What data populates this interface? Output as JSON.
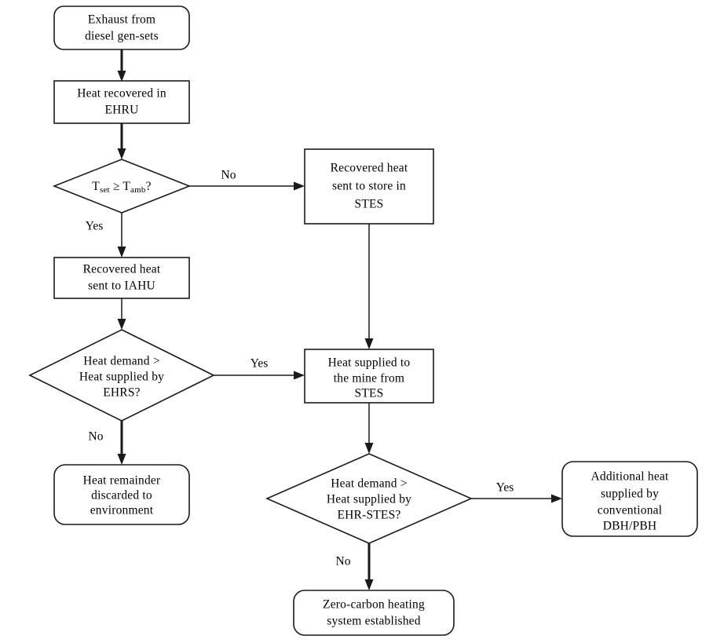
{
  "diagram": {
    "title": "Zero-carbon mine heating flowchart",
    "background_color": "#ffffff",
    "line_color": "#1a1a1a",
    "text_color": "#000000"
  },
  "nodes": {
    "exhaust": {
      "shape": "terminator",
      "lines": [
        "Exhaust  from",
        "diesel gen-sets"
      ]
    },
    "ehru": {
      "shape": "process",
      "lines": [
        "Heat recovered  in",
        "EHRU"
      ]
    },
    "decision_temp": {
      "shape": "decision",
      "lines": [
        "Tset ≥ Tamb?"
      ],
      "text_main_a": "T",
      "text_sub_a": "set",
      "text_mid": " ≥ ",
      "text_main_b": "T",
      "text_sub_b": "amb",
      "text_tail": "?"
    },
    "stes_store": {
      "shape": "process",
      "lines": [
        "Recovered heat",
        "sent to store in",
        "STES"
      ]
    },
    "iahu": {
      "shape": "process",
      "lines": [
        "Recovered  heat",
        "sent to IAHU"
      ]
    },
    "decision_ehrs": {
      "shape": "decision",
      "lines": [
        "Heat demand >",
        "Heat supplied  by",
        "EHRS?"
      ]
    },
    "supply_mine": {
      "shape": "process",
      "lines": [
        "Heat supplied  to",
        "the mine  from",
        "STES"
      ]
    },
    "discard": {
      "shape": "terminator",
      "lines": [
        "Heat remainder",
        "discarded  to",
        "environment"
      ]
    },
    "decision_ehrstes": {
      "shape": "decision",
      "lines": [
        "Heat demand >",
        "Heat supplied  by",
        "EHR-STES?"
      ]
    },
    "additional": {
      "shape": "terminator",
      "lines": [
        "Additional  heat",
        "supplied  by",
        "conventional",
        "DBH/PBH"
      ]
    },
    "zero_carbon": {
      "shape": "terminator",
      "lines": [
        "Zero-carbon heating",
        "system established"
      ]
    }
  },
  "edge_labels": {
    "temp_no": "No",
    "temp_yes": "Yes",
    "ehrs_yes": "Yes",
    "ehrs_no": "No",
    "ehrstes_yes": "Yes",
    "ehrstes_no": "No"
  }
}
